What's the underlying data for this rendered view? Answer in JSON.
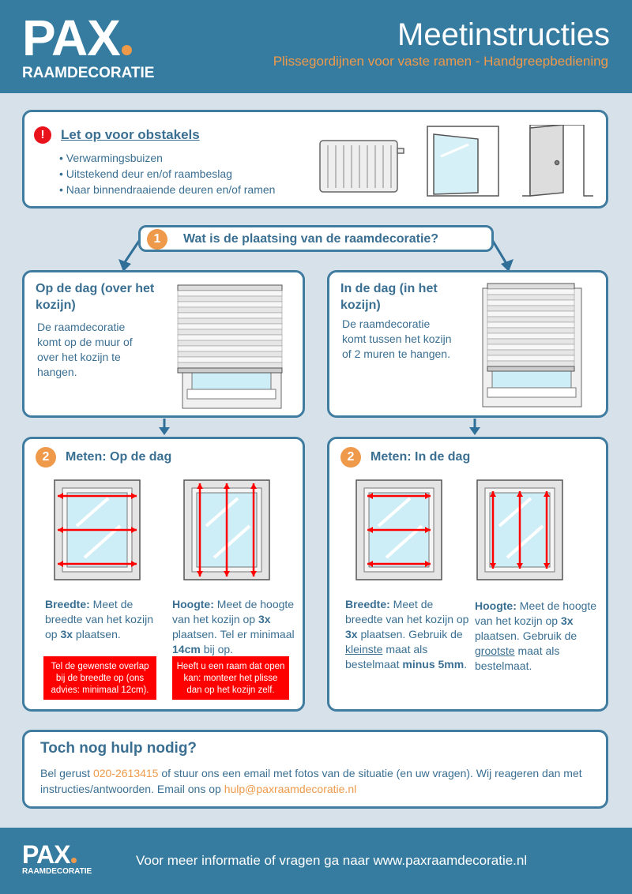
{
  "header": {
    "logo": "PAX",
    "logo_sub": "RAAMDECORATIE",
    "title": "Meetinstructies",
    "subtitle": "Plissegordijnen voor vaste ramen - Handgreepbediening"
  },
  "obstacles": {
    "icon": "exclamation",
    "title": "Let op voor obstakels",
    "items": [
      "Verwarmingsbuizen",
      "Uitstekend deur en/of raambeslag",
      "Naar binnendraaiende deuren en/of ramen"
    ]
  },
  "step1": {
    "number": "1",
    "question": "Wat is de plaatsing van de raamdecoratie?"
  },
  "placement": [
    {
      "title": "Op de dag (over het kozijn)",
      "text": "De raamdecoratie komt op de muur of over het kozijn te hangen."
    },
    {
      "title": "In de dag (in het kozijn)",
      "text": "De raamdecoratie komt tussen het kozijn of 2 muren te hangen."
    }
  ],
  "measure_left": {
    "number": "2",
    "title": "Meten: Op de dag",
    "breedte": {
      "label": "Breedte:",
      "t1": " Meet de breedte van het kozijn op ",
      "b1": "3x",
      "t2": " plaatsen."
    },
    "hoogte": {
      "label": "Hoogte:",
      "t1": " Meet de hoogte van het kozijn op ",
      "b1": "3x",
      "t2": " plaatsen. Tel er minimaal ",
      "b2": "14cm",
      "t3": " bij op."
    },
    "note1": "Tel de gewenste overlap bij de breedte op (ons advies: minimaal 12cm).",
    "note2": "Heeft u een raam dat open kan: monteer het plisse dan op het kozijn zelf."
  },
  "measure_right": {
    "number": "2",
    "title": "Meten: In de dag",
    "breedte": {
      "label": "Breedte:",
      "t1": " Meet de breedte van het kozijn op ",
      "b1": "3x",
      "t2": " plaatsen. Gebruik de ",
      "u1": "kleinste",
      "t3": " maat als bestelmaat ",
      "b2": "minus 5mm",
      "t4": "."
    },
    "hoogte": {
      "label": "Hoogte:",
      "t1": " Meet de hoogte van het kozijn op ",
      "b1": "3x",
      "t2": " plaatsen. Gebruik de ",
      "u1": "grootste",
      "t3": " maat als bestelmaat."
    }
  },
  "help": {
    "title": "Toch nog hulp nodig?",
    "t1": "Bel gerust ",
    "phone": "020-2613415",
    "t2": " of stuur ons een email met fotos van de situatie (en uw vragen). Wij reageren dan met instructies/antwoorden. Email ons op ",
    "email": "hulp@paxraamdecoratie.nl"
  },
  "footer": {
    "logo": "PAX",
    "logo_sub": "RAAMDECORATIE",
    "text": "Voor meer informatie of vragen ga naar www.paxraamdecoratie.nl"
  },
  "colors": {
    "brand": "#367ba0",
    "accent": "#ee9a4a",
    "alert": "#ff0000"
  }
}
